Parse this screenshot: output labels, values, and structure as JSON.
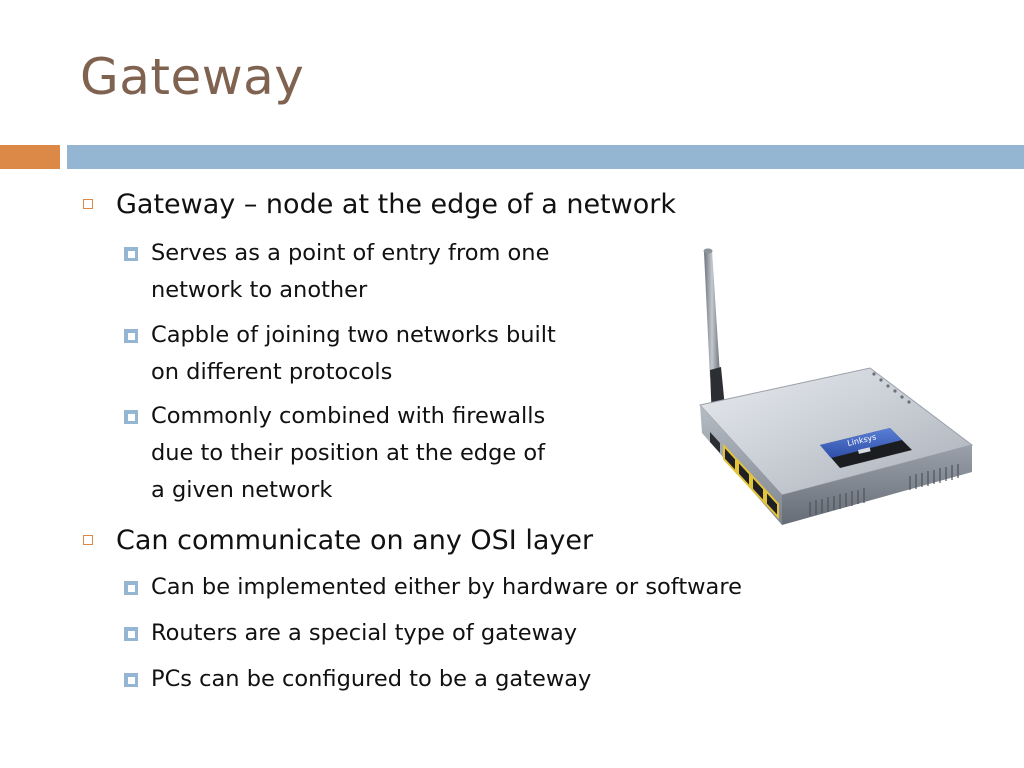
{
  "slide": {
    "title": "Gateway",
    "colors": {
      "title": "#7f6350",
      "accent": "#dc8847",
      "bar": "#94b6d2",
      "text": "#111111"
    },
    "bullets": [
      {
        "level": 1,
        "text": "Gateway – node at the edge of a network"
      },
      {
        "level": 2,
        "lines": [
          "Serves as a point of entry from one",
          "network to another"
        ]
      },
      {
        "level": 2,
        "lines": [
          "Capble of joining two networks built",
          "on different protocols"
        ]
      },
      {
        "level": 2,
        "lines": [
          "Commonly combined with firewalls",
          "due to their position at the edge of",
          "a given network"
        ]
      },
      {
        "level": 1,
        "text": "Can communicate on any OSI layer"
      },
      {
        "level": 2,
        "text": "Can be implemented either by hardware or software"
      },
      {
        "level": 2,
        "text": "Routers are a special type of gateway"
      },
      {
        "level": 2,
        "text": "PCs can be configured to be a gateway"
      }
    ],
    "image": {
      "icon": "wireless-router-image",
      "brand": "Linksys"
    }
  }
}
